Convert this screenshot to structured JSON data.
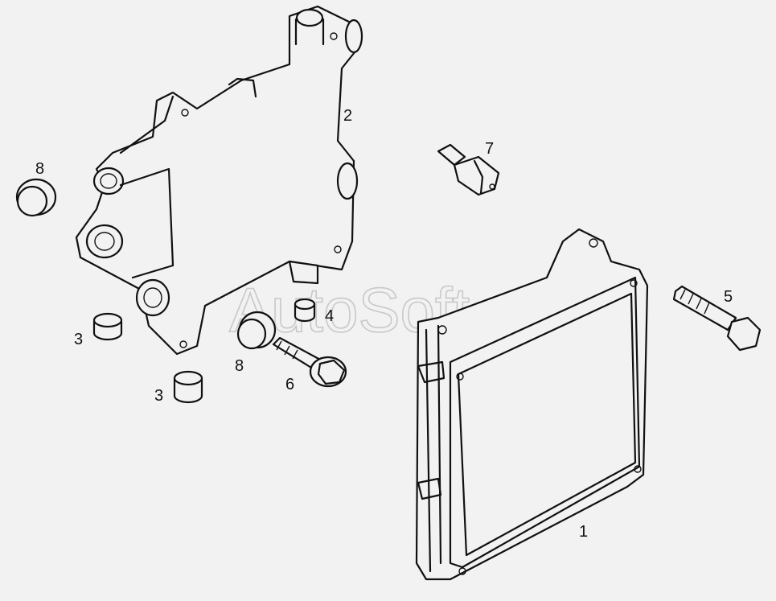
{
  "watermark": "AutoSoft",
  "callouts": {
    "c1": "1",
    "c2": "2",
    "c3a": "3",
    "c3b": "3",
    "c4": "4",
    "c5": "5",
    "c6": "6",
    "c7": "7",
    "c8a": "8",
    "c8b": "8"
  },
  "colors": {
    "background": "#f2f2f2",
    "line": "#111111",
    "watermark": "#c8c8c8"
  }
}
